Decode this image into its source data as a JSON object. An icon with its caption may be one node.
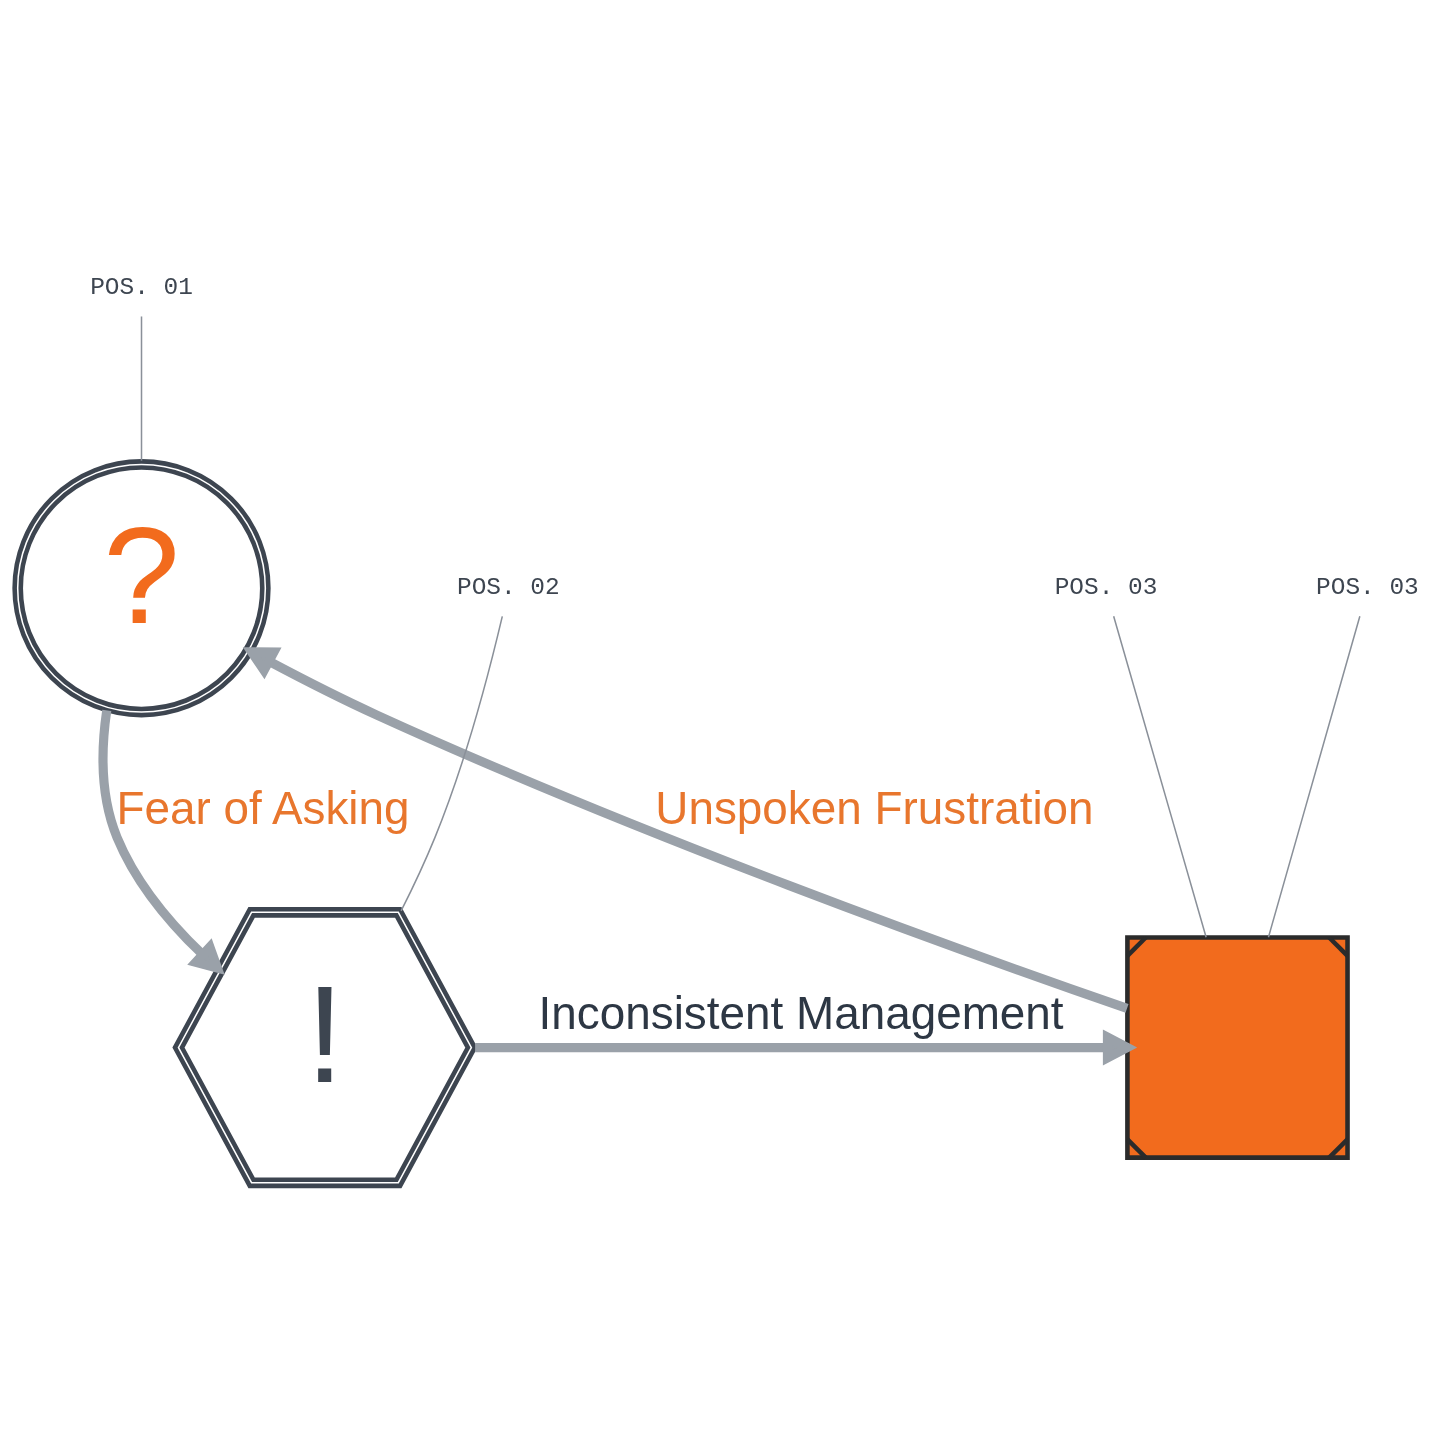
{
  "diagram": {
    "nodes": [
      {
        "text": [
          "?"
        ]
      },
      {
        "text": [
          "!"
        ]
      },
      {
        "text": [],
        "shape": "cross"
      },
      {
        "text": [
          "POS. 01"
        ]
      },
      {
        "text": [
          "POS. 02"
        ]
      },
      {
        "text": [
          "POS. 03"
        ]
      },
      {
        "text": [
          "POS. 03"
        ]
      }
    ],
    "edges": [
      {
        "from": 0,
        "to": 1,
        "arrow": "to",
        "label": "Fear of Asking",
        "style": "thick"
      },
      {
        "from": 1,
        "to": 2,
        "arrow": "to",
        "label": "Inconsistent Management",
        "style": "thick"
      },
      {
        "from": 2,
        "to": 0,
        "arrow": "to",
        "label": "Unspoken Frustration",
        "style": "thick"
      },
      {
        "from": 3,
        "to": 0,
        "arrow": "none"
      },
      {
        "from": 4,
        "to": 1,
        "arrow": "none"
      },
      {
        "from": 5,
        "to": 2,
        "arrow": "none"
      },
      {
        "from": 6,
        "to": 2,
        "arrow": "none"
      }
    ]
  }
}
